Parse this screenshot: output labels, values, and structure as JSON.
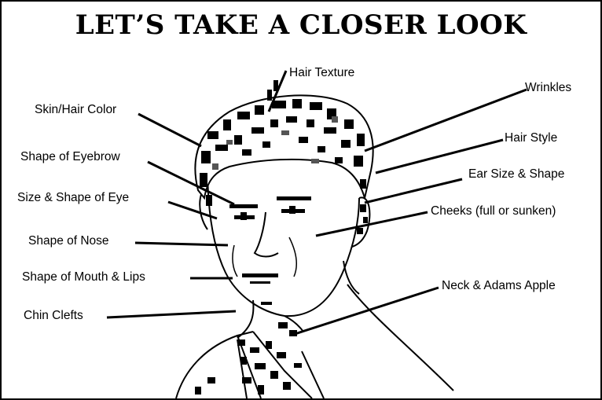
{
  "title": "LET’S TAKE A CLOSER LOOK",
  "labels": {
    "hair_texture": "Hair Texture",
    "skin_hair_color": "Skin/Hair Color",
    "wrinkles": "Wrinkles",
    "hair_style": "Hair Style",
    "shape_of_eyebrow": "Shape of Eyebrow",
    "ear_size_shape": "Ear Size & Shape",
    "size_shape_of_eye": "Size & Shape of Eye",
    "cheeks": "Cheeks (full or sunken)",
    "shape_of_nose": "Shape of Nose",
    "shape_of_mouth_lips": "Shape of Mouth & Lips",
    "neck_adams_apple": "Neck & Adams Apple",
    "chin_clefts": "Chin Clefts"
  },
  "colors": {
    "ink": "#000000",
    "background": "#ffffff",
    "shade": "#555555"
  },
  "illustration": "sketch of a man's head and shoulders with callout pointers"
}
